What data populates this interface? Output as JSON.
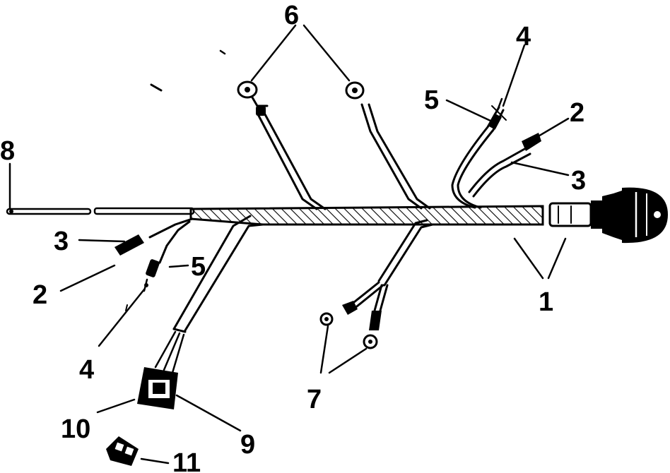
{
  "callouts": {
    "c1": "1",
    "c2_left": "2",
    "c2_right": "2",
    "c3_left": "3",
    "c3_right": "3",
    "c4_left": "4",
    "c4_top": "4",
    "c5_left": "5",
    "c5_top": "5",
    "c6": "6",
    "c7": "7",
    "c8": "8",
    "c9": "9",
    "c10": "10",
    "c11": "11"
  },
  "colors": {
    "ink": "#000000",
    "background": "#ffffff"
  }
}
